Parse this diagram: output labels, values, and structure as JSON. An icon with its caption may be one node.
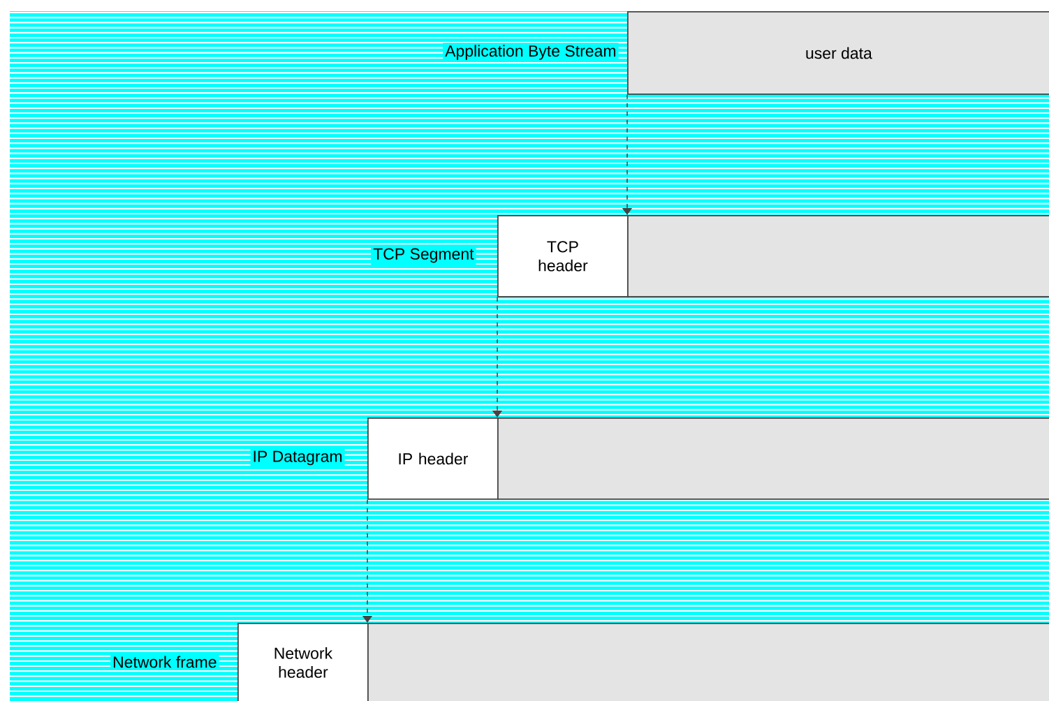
{
  "diagram": {
    "nodes": [
      {
        "text": [
          "user data"
        ],
        "beside": [
          "Application Byte Stream"
        ]
      },
      {
        "text": [
          "TCP header"
        ],
        "beside": [
          "TCP Segment"
        ]
      },
      {
        "text": [],
        "shape": "box"
      },
      {
        "text": [
          "IP header"
        ],
        "beside": [
          "IP Datagram"
        ]
      },
      {
        "text": [],
        "shape": "box"
      },
      {
        "text": [
          "Network header"
        ],
        "beside": [
          "Network frame"
        ]
      },
      {
        "text": [],
        "shape": "box"
      }
    ],
    "edges": [
      {
        "from": 0,
        "to": 2,
        "arrow": "to",
        "style": "dashed"
      },
      {
        "from": 1,
        "to": 4,
        "arrow": "to",
        "style": "dashed"
      },
      {
        "from": 3,
        "to": 6,
        "arrow": "to",
        "style": "dashed"
      }
    ]
  }
}
